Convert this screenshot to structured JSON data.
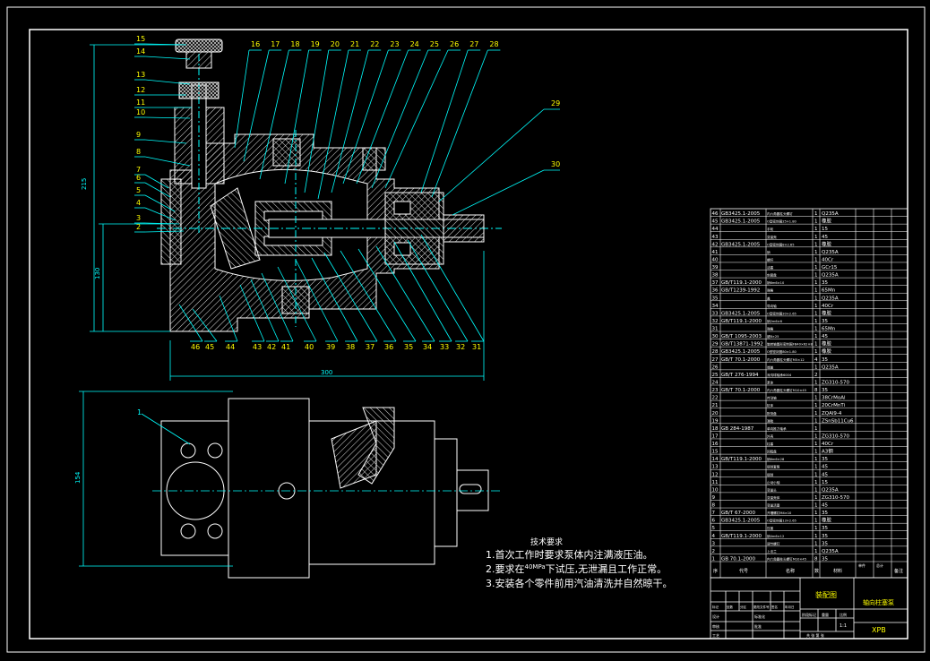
{
  "colors": {
    "background": "#000000",
    "frame": "#ffffff",
    "cyan": "#00ffff",
    "yellow": "#ffff00",
    "green": "#00ff00",
    "hatch": "#ffffff"
  },
  "balloons_top": [
    "16",
    "17",
    "18",
    "19",
    "20",
    "21",
    "22",
    "23",
    "24",
    "25",
    "26",
    "27",
    "28"
  ],
  "balloons_left": [
    "15",
    "14",
    "13",
    "12",
    "11",
    "10",
    "9",
    "8",
    "7",
    "6",
    "5",
    "4",
    "3",
    "2"
  ],
  "balloons_right": [
    "29",
    "30"
  ],
  "balloons_bottom": [
    "46",
    "45",
    "44",
    "43",
    "42",
    "41",
    "40",
    "39",
    "38",
    "37",
    "36",
    "35",
    "34",
    "33",
    "32",
    "31"
  ],
  "dims": {
    "height_total": "215",
    "height_lower": "130",
    "width_total": "300",
    "height_plan": "154",
    "plan_label": "1"
  },
  "tech": {
    "title": "技术要求",
    "line1": "1.首次工作时要求泵体内注满液压油。",
    "line2_prefix": "2.要求在",
    "line2_sup": "40MPa",
    "line2_suffix": "下试压,无泄漏且工作正常。",
    "line3": "3.安装各个零件前用汽油清洗并自然晾干。"
  },
  "bom_rows": [
    {
      "no": "46",
      "code": "GB3425.1-2005",
      "name": "内六角圆柱头螺钉",
      "qty": "1",
      "mat": "Q235A"
    },
    {
      "no": "45",
      "code": "GB3425.1-2005",
      "name": "O型密封圈25×1.80",
      "qty": "1",
      "mat": "橡胶"
    },
    {
      "no": "44",
      "code": "",
      "name": "手轮",
      "qty": "1",
      "mat": "15"
    },
    {
      "no": "43",
      "code": "",
      "name": "变量壳",
      "qty": "1",
      "mat": "45"
    },
    {
      "no": "42",
      "code": "GB3425.1-2005",
      "name": "O型密封圈8×2.65",
      "qty": "1",
      "mat": "橡胶"
    },
    {
      "no": "41",
      "code": "",
      "name": "销",
      "qty": "1",
      "mat": "Q235A"
    },
    {
      "no": "40",
      "code": "",
      "name": "螺杆",
      "qty": "1",
      "mat": "40Cr"
    },
    {
      "no": "39",
      "code": "",
      "name": "活塞",
      "qty": "1",
      "mat": "GCr15"
    },
    {
      "no": "38",
      "code": "",
      "name": "刻度盘",
      "qty": "1",
      "mat": "Q235A"
    },
    {
      "no": "37",
      "code": "GB/T119.1-2000",
      "name": "销6m6×10",
      "qty": "1",
      "mat": "35"
    },
    {
      "no": "36",
      "code": "GB/T1239-1992",
      "name": "弹簧",
      "qty": "1",
      "mat": "65Mn"
    },
    {
      "no": "35",
      "code": "",
      "name": "盖",
      "qty": "1",
      "mat": "Q235A"
    },
    {
      "no": "34",
      "code": "",
      "name": "导向轴",
      "qty": "1",
      "mat": "40Cr"
    },
    {
      "no": "33",
      "code": "GB3425.1-2005",
      "name": "O型密封圈20×2.65",
      "qty": "1",
      "mat": "橡胶"
    },
    {
      "no": "32",
      "code": "GB/T119.1-2000",
      "name": "销2m6×6",
      "qty": "1",
      "mat": "35"
    },
    {
      "no": "31",
      "code": "",
      "name": "弹簧",
      "qty": "1",
      "mat": "65Mn"
    },
    {
      "no": "30",
      "code": "GB/T 1095-2003",
      "name": "键8×25",
      "qty": "1",
      "mat": "45"
    },
    {
      "no": "29",
      "code": "GB/T13871-1992",
      "name": "旋转轴唇形密封圈FB40×62×8",
      "qty": "1",
      "mat": "橡胶"
    },
    {
      "no": "28",
      "code": "GB3425.1-2005",
      "name": "O型密封圈80×1.80",
      "qty": "1",
      "mat": "橡胶"
    },
    {
      "no": "27",
      "code": "GB/T 70.1-2000",
      "name": "内六角圆柱头螺钉M5×12",
      "qty": "4",
      "mat": "35"
    },
    {
      "no": "26",
      "code": "",
      "name": "端盖",
      "qty": "1",
      "mat": "Q235A"
    },
    {
      "no": "25",
      "code": "GB/T 276-1994",
      "name": "深沟球轴承6004",
      "qty": "2",
      "mat": ""
    },
    {
      "no": "24",
      "code": "",
      "name": "泵体",
      "qty": "1",
      "mat": "ZG310-570"
    },
    {
      "no": "23",
      "code": "GB/T 70.1-2000",
      "name": "内六角圆柱头螺钉M10×45",
      "qty": "8",
      "mat": "35"
    },
    {
      "no": "22",
      "code": "",
      "name": "传动轴",
      "qty": "1",
      "mat": "38CrMoAl"
    },
    {
      "no": "21",
      "code": "",
      "name": "缸体",
      "qty": "1",
      "mat": "20CrMnTi"
    },
    {
      "no": "20",
      "code": "",
      "name": "配流盘",
      "qty": "1",
      "mat": "ZQAl9-4"
    },
    {
      "no": "19",
      "code": "",
      "name": "滑靴",
      "qty": "1",
      "mat": "ZSnSb11Cu6"
    },
    {
      "no": "18",
      "code": "GB 284-1987",
      "name": "单向推力轴承",
      "qty": "1",
      "mat": ""
    },
    {
      "no": "17",
      "code": "",
      "name": "外壳",
      "qty": "1",
      "mat": "ZG310-570"
    },
    {
      "no": "16",
      "code": "",
      "name": "柱塞",
      "qty": "1",
      "mat": "40Cr"
    },
    {
      "no": "15",
      "code": "",
      "name": "回程盘",
      "qty": "1",
      "mat": "A3钢"
    },
    {
      "no": "14",
      "code": "GB/T119.1-2000",
      "name": "销6m6×28",
      "qty": "1",
      "mat": "35"
    },
    {
      "no": "13",
      "code": "",
      "name": "钢球套筒",
      "qty": "1",
      "mat": "45"
    },
    {
      "no": "12",
      "code": "",
      "name": "钢球",
      "qty": "1",
      "mat": "45"
    },
    {
      "no": "11",
      "code": "",
      "name": "止动小轴",
      "qty": "1",
      "mat": "15"
    },
    {
      "no": "10",
      "code": "",
      "name": "变量头",
      "qty": "1",
      "mat": "Q235A"
    },
    {
      "no": "9",
      "code": "",
      "name": "变量壳体",
      "qty": "1",
      "mat": "ZG310-570"
    },
    {
      "no": "8",
      "code": "",
      "name": "变量活塞",
      "qty": "1",
      "mat": "45"
    },
    {
      "no": "7",
      "code": "GB/T 67-2000",
      "name": "开槽螺钉M4×10",
      "qty": "1",
      "mat": "35"
    },
    {
      "no": "6",
      "code": "GB3425.1-2005",
      "name": "O型密封圈13×2.65",
      "qty": "1",
      "mat": "橡胶"
    },
    {
      "no": "5",
      "code": "",
      "name": "压盖",
      "qty": "1",
      "mat": "35"
    },
    {
      "no": "4",
      "code": "GB/T119.1-2000",
      "name": "销4m6×12",
      "qty": "1",
      "mat": "35"
    },
    {
      "no": "3",
      "code": "",
      "name": "调节螺钉",
      "qty": "1",
      "mat": "35"
    },
    {
      "no": "2",
      "code": "",
      "name": "上法兰",
      "qty": "1",
      "mat": "Q235A"
    },
    {
      "no": "1",
      "code": "GB 70.1-2000",
      "name": "内六角圆柱头螺钉M10×45",
      "qty": "8",
      "mat": "35"
    }
  ],
  "bom_header": {
    "no": "序",
    "code": "代号",
    "name": "名称",
    "qty": "数",
    "mat": "材料",
    "w1": "单件",
    "w2": "总计",
    "note": "备注"
  },
  "title_block": {
    "drawing_name": "装配图",
    "product_name": "轴向柱塞泵",
    "code": "XPB",
    "scale": "1:1",
    "row_labels": [
      "标记",
      "处数",
      "分区",
      "更改文件号",
      "签名",
      "年月日"
    ],
    "designer": "设计",
    "checker": "审核",
    "process": "工艺",
    "std": "标准化",
    "approve": "批准",
    "stage": "阶段标记",
    "weight": "重量",
    "ratio": "比例",
    "sheet": "共 张 第 张"
  }
}
